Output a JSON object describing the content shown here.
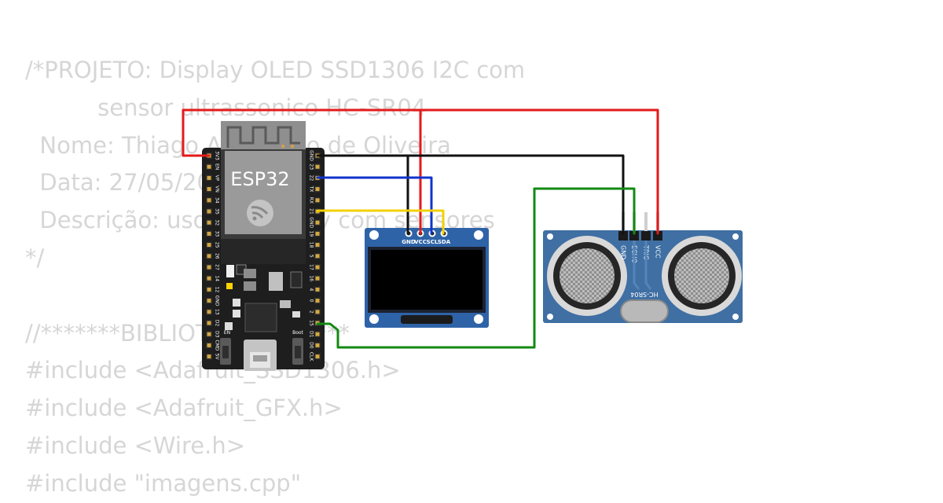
{
  "code_lines": [
    "/*PROJETO: Display OLED SSD1306 I2C com",
    "          sensor ultrassonico HC-SR04",
    "  Nome: Thiago Aparecido de Oliveira",
    "  Data: 27/05/2022",
    "  Descrição: uso de display com sensores",
    "*/",
    "",
    "//*******BIBLIOTECAS*******",
    "#include <Adafruit_SSD1306.h>",
    "#include <Adafruit_GFX.h>",
    "#include <Wire.h>",
    "#include \"imagens.cpp\""
  ],
  "esp32": {
    "label": "ESP32",
    "left_pins": [
      "3V3",
      "EN",
      "VP",
      "VN",
      "34",
      "35",
      "32",
      "33",
      "25",
      "26",
      "27",
      "14",
      "12",
      "GND",
      "13",
      "D2",
      "D3",
      "CMD",
      "5V"
    ],
    "right_pins": [
      "GND",
      "23",
      "22",
      "TX",
      "RX",
      "21",
      "GND",
      "19",
      "18",
      "5",
      "17",
      "16",
      "4",
      "0",
      "2",
      "15",
      "D1",
      "D0",
      "CLK"
    ],
    "button_en": "EN",
    "button_boot": "Boot"
  },
  "oled": {
    "pins": [
      "GND",
      "VCC",
      "SCL",
      "SDA"
    ]
  },
  "hcsr04": {
    "label": "HC-SR04",
    "pins": [
      "GND",
      "ECHO",
      "TRIG",
      "VCC"
    ]
  },
  "colors": {
    "code_text": "#d6d6d6",
    "wire_red": "#e41a1a",
    "wire_black": "#111111",
    "wire_blue": "#1133cc",
    "wire_yellow": "#f2d100",
    "wire_green": "#138a13",
    "board_black": "#1e1e1e",
    "pcb_blue": "#2e63a8",
    "sensor_blue": "#3f6fa3"
  }
}
